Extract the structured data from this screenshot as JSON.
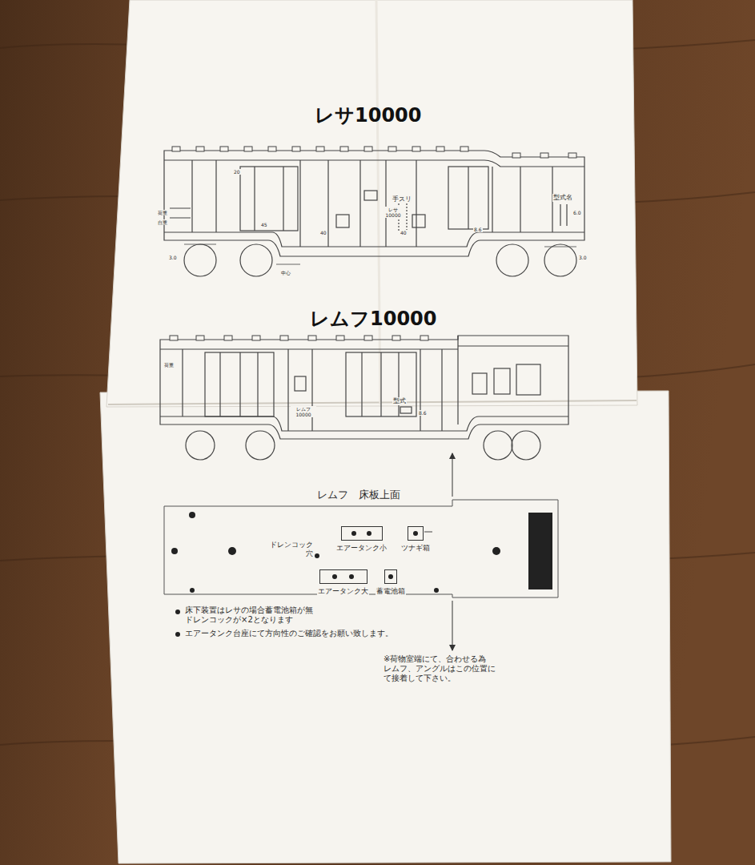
{
  "diagram": {
    "nodes": [
      {
        "text": [
          "エアータンク小"
        ]
      },
      {
        "text": [
          "ツナギ箱"
        ]
      },
      {
        "text": [
          "エアータンク大"
        ]
      },
      {
        "text": [
          "蓄電池箱"
        ]
      }
    ],
    "labels": [
      "レサ10000",
      "手スリ",
      "レサ 10000",
      "型式名",
      "荷重",
      "自重",
      "20",
      "45",
      "40",
      "40",
      "8.6",
      "6.0",
      "3.0",
      "3.0",
      "中心",
      "レムフ10000",
      "荷重",
      "レムフ 10000",
      "型式",
      "8.6",
      "レムフ　床板上面",
      "ドレンコック 穴",
      "床下装置はレサの場合蓄電池箱が無 ドレンコックが×2となります",
      "エアータンク台座にて方向性のご確認をお願い致します。",
      "※荷物室端にて、合わせる為 レムフ、アングルはこの位置にて接着して下さい。"
    ]
  }
}
